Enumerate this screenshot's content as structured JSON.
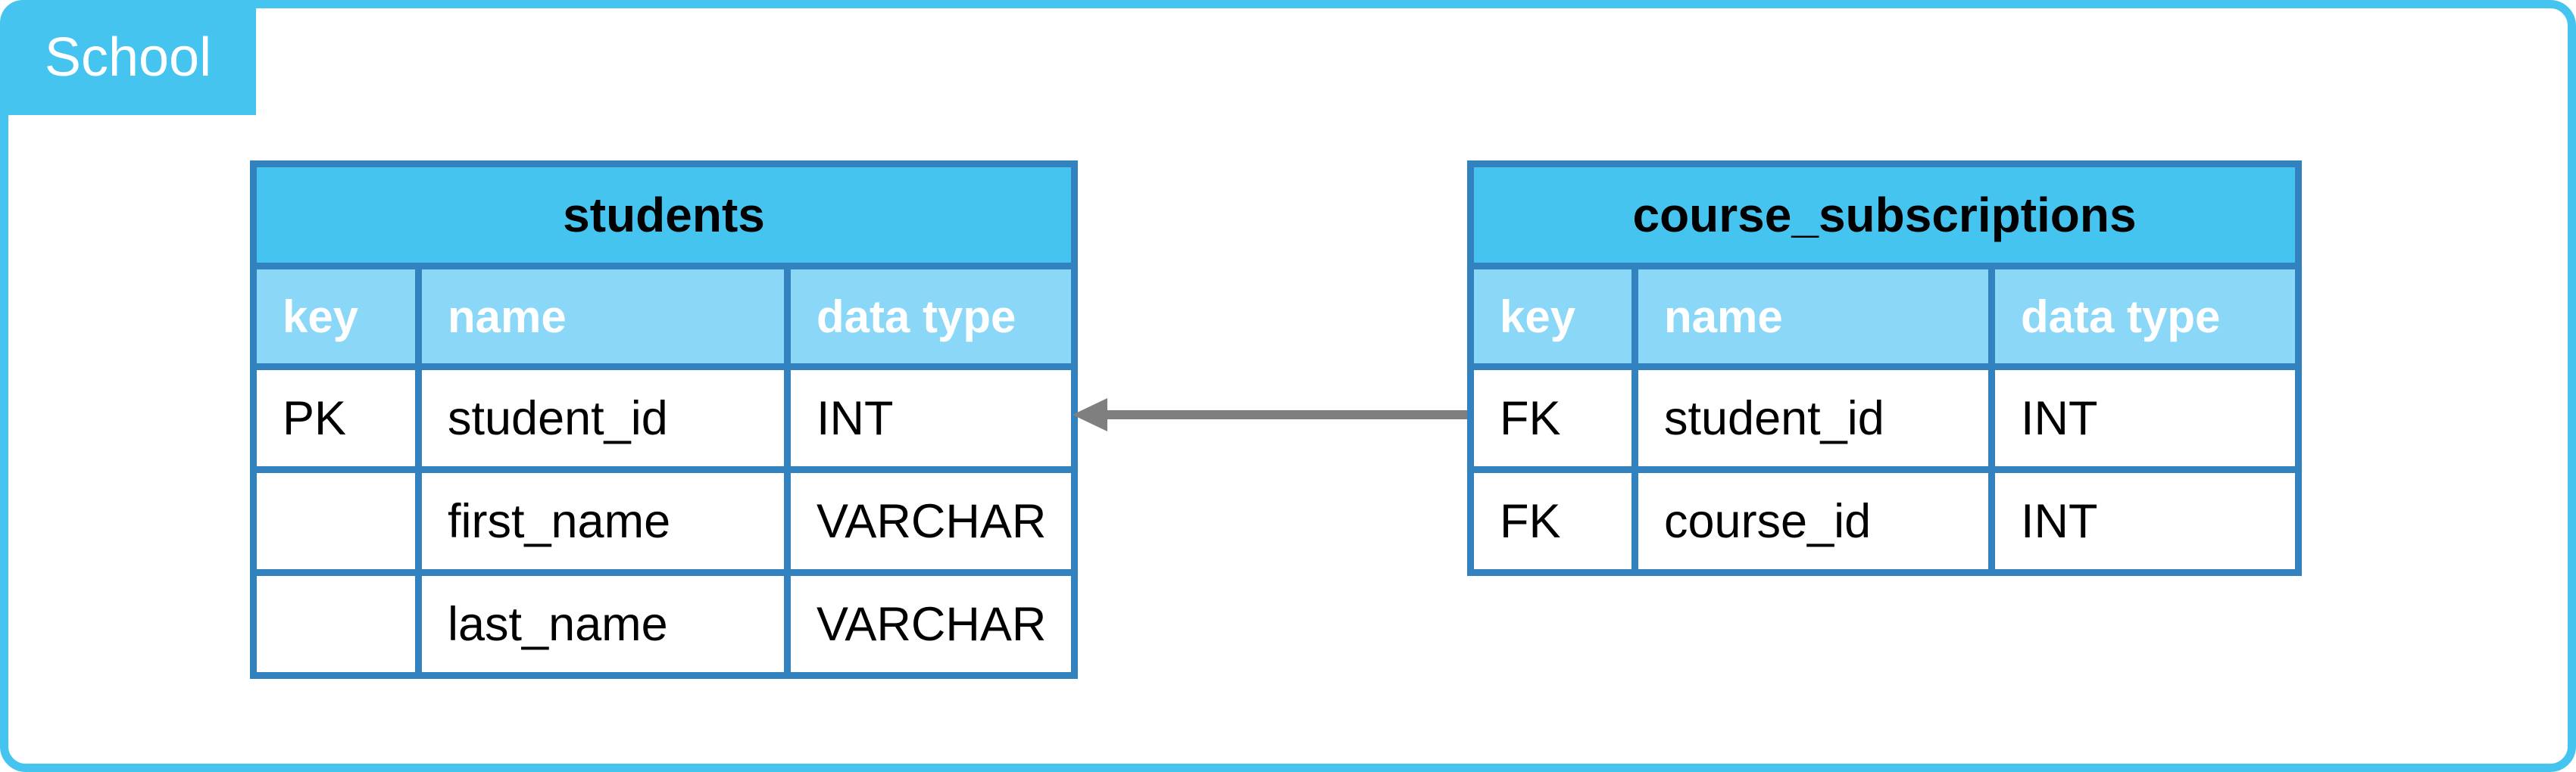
{
  "frame": {
    "label": "School"
  },
  "colors": {
    "accent_blue": "#45C4F0",
    "table_border": "#3182BE",
    "column_header_fill": "#8AD7F7",
    "arrow_gray": "#7F7F7F"
  },
  "tables": [
    {
      "title": "students",
      "columns": [
        "key",
        "name",
        "data type"
      ],
      "rows": [
        [
          "PK",
          "student_id",
          "INT"
        ],
        [
          "",
          "first_name",
          "VARCHAR"
        ],
        [
          "",
          "last_name",
          "VARCHAR"
        ]
      ]
    },
    {
      "title": "course_subscriptions",
      "columns": [
        "key",
        "name",
        "data type"
      ],
      "rows": [
        [
          "FK",
          "student_id",
          "INT"
        ],
        [
          "FK",
          "course_id",
          "INT"
        ]
      ]
    }
  ],
  "relationship": {
    "description": "arrow from course_subscriptions.student_id to students.student_id",
    "direction": "left"
  }
}
